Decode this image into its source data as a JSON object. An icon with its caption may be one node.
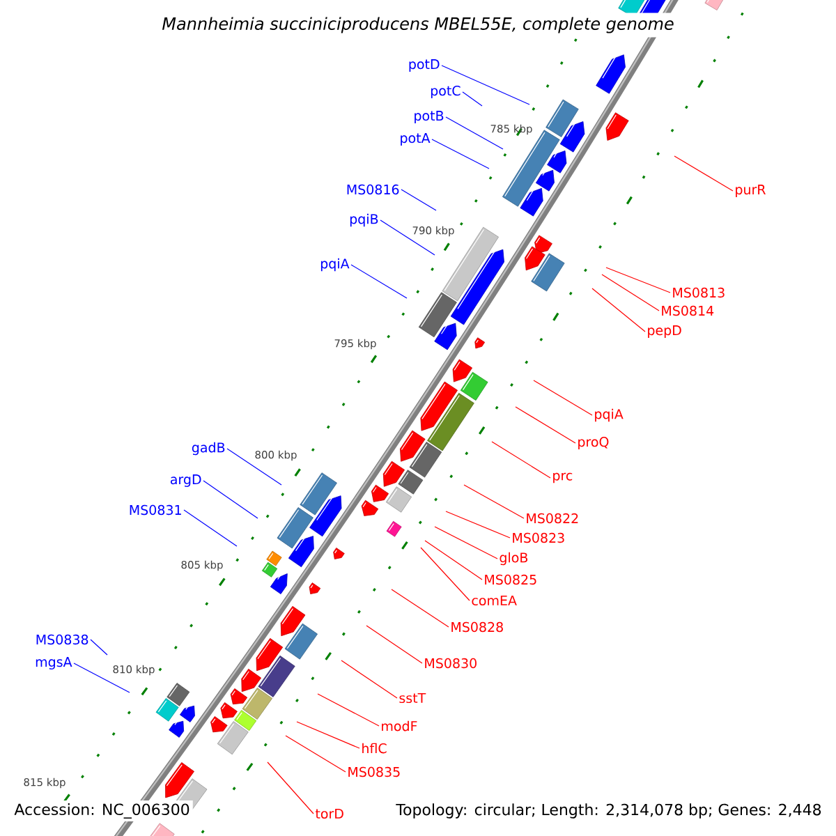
{
  "diagram": {
    "title": "Mannheimia succiniciproducens MBEL55E, complete genome",
    "nodes": [
      {
        "text": [
          "potD"
        ]
      },
      {
        "text": [
          "potC"
        ]
      },
      {
        "text": [
          "potB"
        ]
      },
      {
        "text": [
          "potA"
        ]
      },
      {
        "text": [
          "MS0816"
        ]
      },
      {
        "text": [
          "pqiB"
        ]
      },
      {
        "text": [
          "pqiA"
        ]
      },
      {
        "text": [
          "gadB"
        ]
      },
      {
        "text": [
          "argD"
        ]
      },
      {
        "text": [
          "MS0831"
        ]
      },
      {
        "text": [
          "MS0838"
        ]
      },
      {
        "text": [
          "mgsA"
        ]
      },
      {
        "text": [
          "purR"
        ]
      },
      {
        "text": [
          "MS0813"
        ]
      },
      {
        "text": [
          "MS0814"
        ]
      },
      {
        "text": [
          "pepD"
        ]
      },
      {
        "text": [
          "pqiA"
        ]
      },
      {
        "text": [
          "proQ"
        ]
      },
      {
        "text": [
          "prc"
        ]
      },
      {
        "text": [
          "MS0822"
        ]
      },
      {
        "text": [
          "MS0823"
        ]
      },
      {
        "text": [
          "gloB"
        ]
      },
      {
        "text": [
          "MS0825"
        ]
      },
      {
        "text": [
          "comEA"
        ]
      },
      {
        "text": [
          "MS0828"
        ]
      },
      {
        "text": [
          "MS0830"
        ]
      },
      {
        "text": [
          "sstT"
        ]
      },
      {
        "text": [
          "modF"
        ]
      },
      {
        "text": [
          "hflC"
        ]
      },
      {
        "text": [
          "MS0835"
        ]
      },
      {
        "text": [
          "torD"
        ]
      }
    ],
    "edges": [
      {
        "from": 0,
        "to": null,
        "arrow": "none",
        "color": "#0000ff"
      },
      {
        "from": 1,
        "to": null,
        "arrow": "none",
        "color": "#0000ff"
      },
      {
        "from": 2,
        "to": null,
        "arrow": "none",
        "color": "#0000ff"
      },
      {
        "from": 3,
        "to": null,
        "arrow": "none",
        "color": "#0000ff"
      },
      {
        "from": 4,
        "to": null,
        "arrow": "none",
        "color": "#0000ff"
      },
      {
        "from": 5,
        "to": null,
        "arrow": "none",
        "color": "#0000ff"
      },
      {
        "from": 6,
        "to": null,
        "arrow": "none",
        "color": "#0000ff"
      },
      {
        "from": 7,
        "to": null,
        "arrow": "none",
        "color": "#0000ff"
      },
      {
        "from": 8,
        "to": null,
        "arrow": "none",
        "color": "#0000ff"
      },
      {
        "from": 9,
        "to": null,
        "arrow": "none",
        "color": "#0000ff"
      },
      {
        "from": 10,
        "to": null,
        "arrow": "none",
        "color": "#0000ff"
      },
      {
        "from": 11,
        "to": null,
        "arrow": "none",
        "color": "#0000ff"
      },
      {
        "from": 12,
        "to": null,
        "arrow": "none"
      },
      {
        "from": 13,
        "to": null,
        "arrow": "none"
      },
      {
        "from": 14,
        "to": null,
        "arrow": "none"
      },
      {
        "from": 15,
        "to": null,
        "arrow": "none"
      },
      {
        "from": 16,
        "to": null,
        "arrow": "none"
      },
      {
        "from": 17,
        "to": null,
        "arrow": "none"
      },
      {
        "from": 18,
        "to": null,
        "arrow": "none"
      },
      {
        "from": 19,
        "to": null,
        "arrow": "none"
      },
      {
        "from": 20,
        "to": null,
        "arrow": "none"
      },
      {
        "from": 21,
        "to": null,
        "arrow": "none"
      },
      {
        "from": 22,
        "to": null,
        "arrow": "none"
      },
      {
        "from": 23,
        "to": null,
        "arrow": "none"
      },
      {
        "from": 24,
        "to": null,
        "arrow": "none"
      },
      {
        "from": 25,
        "to": null,
        "arrow": "none"
      },
      {
        "from": 26,
        "to": null,
        "arrow": "none"
      },
      {
        "from": 27,
        "to": null,
        "arrow": "none"
      },
      {
        "from": 28,
        "to": null,
        "arrow": "none"
      },
      {
        "from": 29,
        "to": null,
        "arrow": "none"
      },
      {
        "from": 30,
        "to": null,
        "arrow": "none"
      }
    ],
    "labels": [
      "785 kbp",
      "790 kbp",
      "795 kbp",
      "800 kbp",
      "805 kbp",
      "810 kbp",
      "815 kbp",
      "Accession: NC_006300",
      "Topology: circular; Length: 2,314,078 bp; Genes: 2,448"
    ]
  }
}
